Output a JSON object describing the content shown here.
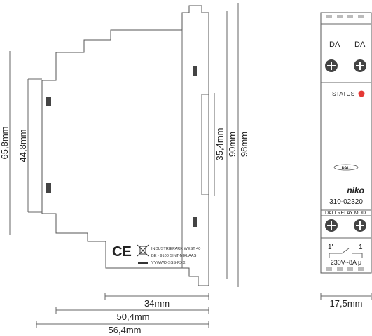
{
  "dimensions": {
    "height_65_8": "65,8mm",
    "height_44_8": "44,8mm",
    "height_35_4": "35,4mm",
    "height_90": "90mm",
    "height_98": "98mm",
    "width_34": "34mm",
    "width_50_4": "50,4mm",
    "width_56_4": "56,4mm",
    "width_17_5": "17,5mm"
  },
  "side_label": {
    "ce_mark": "CE",
    "address_line1": "INDUSTRIEPARK WEST 40",
    "address_line2": "BE - 9100  SINT-NIKLAAS",
    "code_line": "YYWWD-SSS-RXX"
  },
  "front": {
    "top_left_terminal": "DA",
    "top_right_terminal": "DA",
    "status_label": "STATUS",
    "dali_logo": "DALI",
    "brand": "niko",
    "product_number": "310-02320",
    "module_name": "DALI RELAY MOD.",
    "contact_left": "1'",
    "contact_right": "1",
    "rating": "230V~8A μ"
  },
  "colors": {
    "status_led": "#e53935",
    "outline": "#555555",
    "terminal_fill": "#444444"
  }
}
